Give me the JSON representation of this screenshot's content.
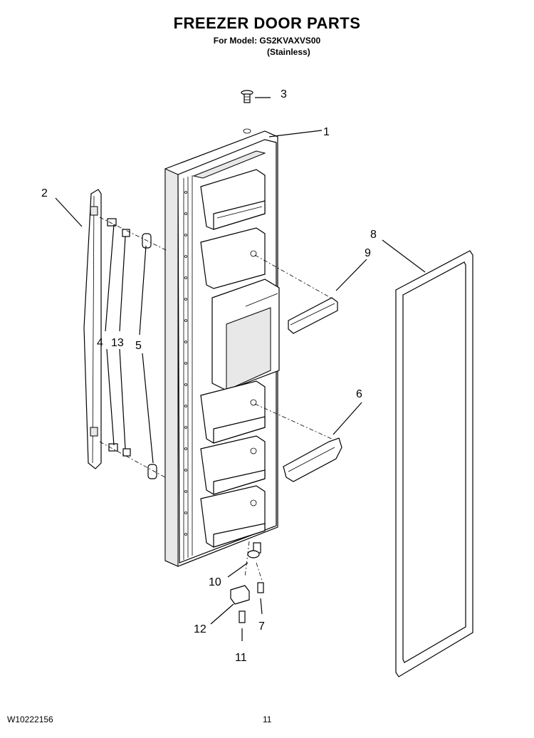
{
  "header": {
    "title": "FREEZER DOOR PARTS",
    "model": "For Model: GS2KVAXVS00",
    "variant": "(Stainless)"
  },
  "footer": {
    "doc_number": "W10222156",
    "page": "11"
  },
  "callouts": {
    "c1": "1",
    "c2": "2",
    "c3": "3",
    "c4": "4",
    "c5": "5",
    "c6": "6",
    "c7": "7",
    "c8": "8",
    "c9": "9",
    "c10": "10",
    "c11": "11",
    "c12": "12",
    "c13": "13"
  }
}
